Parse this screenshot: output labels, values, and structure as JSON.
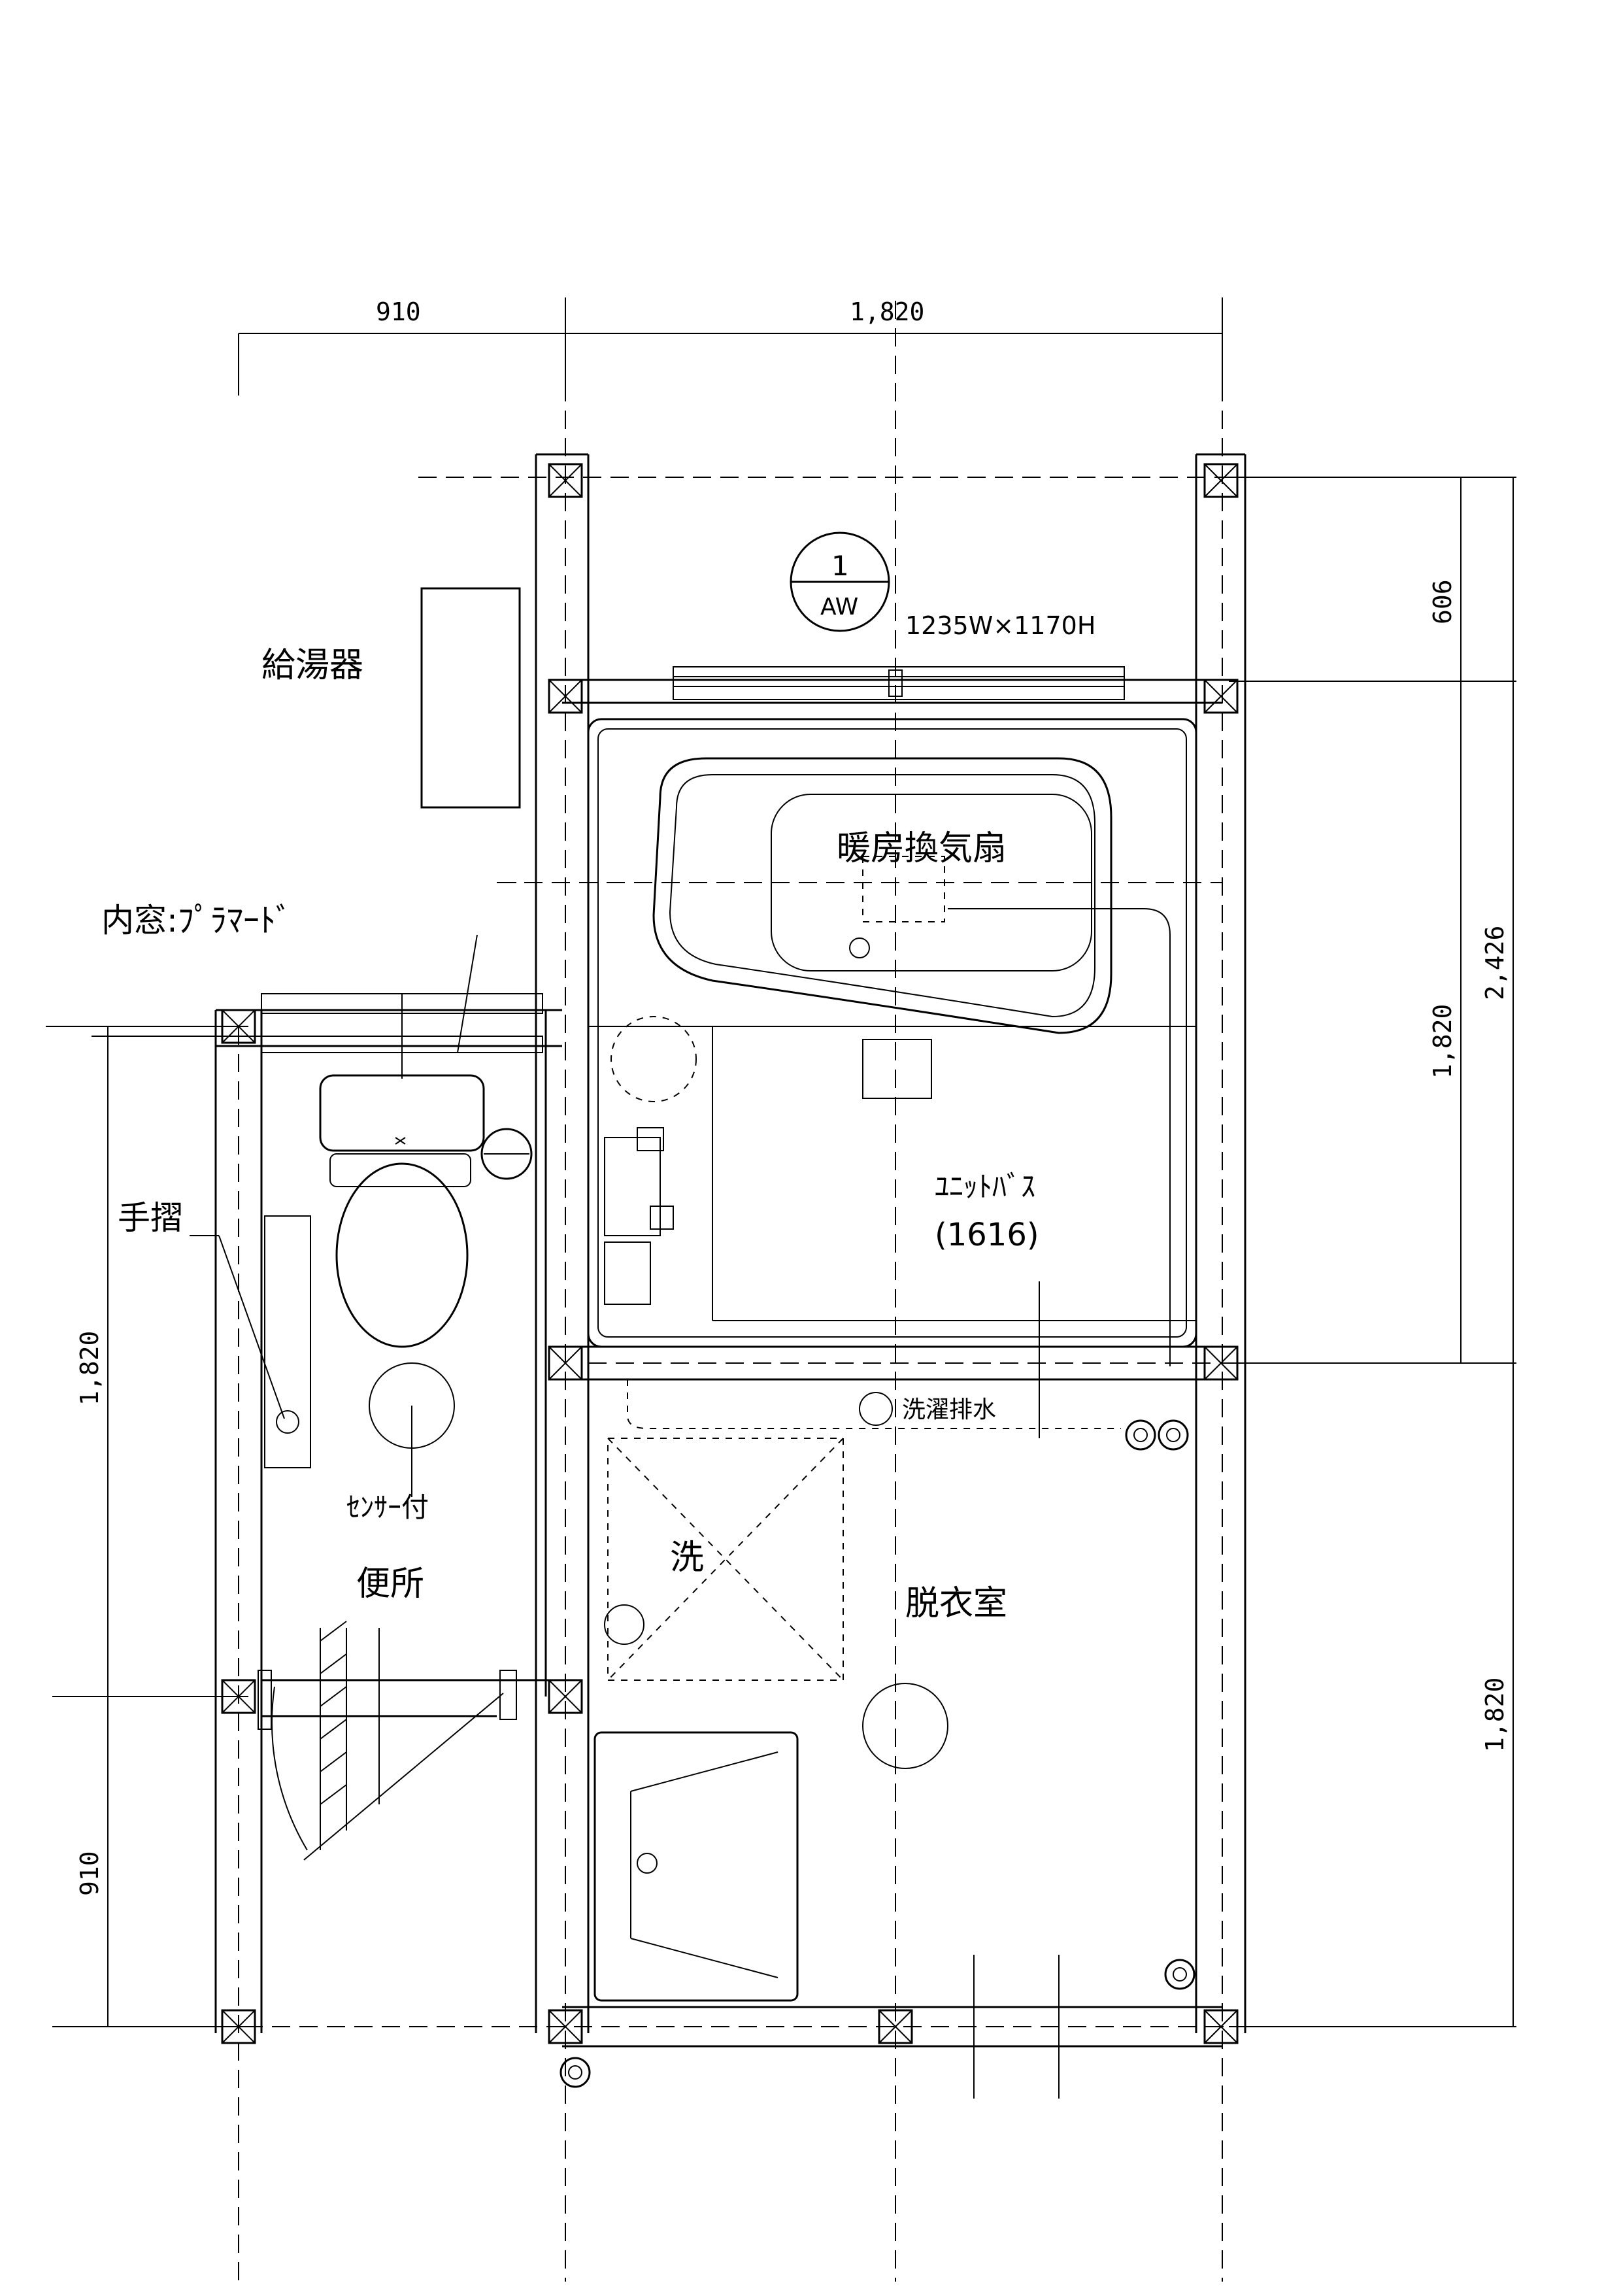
{
  "dimensions": {
    "top_left": "910",
    "top_right": "1,820",
    "right_606": "606",
    "right_2426": "2,426",
    "right_1820_upper": "1,820",
    "right_1820_lower": "1,820",
    "left_1820": "1,820",
    "left_910": "910"
  },
  "window_tag": {
    "number": "1",
    "type": "AW",
    "size": "1235W×1170H"
  },
  "labels": {
    "water_heater": "給湯器",
    "inner_window": "内窓:ﾌﾟﾗﾏｰﾄﾞ",
    "handrail": "手摺",
    "sensor": "ｾﾝｻｰ付",
    "toilet_room": "便所",
    "fan": "暖房換気扇",
    "unit_bath": "ﾕﾆｯﾄﾊﾞｽ",
    "unit_bath_size": "(1616)",
    "washer_drain": "洗濯排水",
    "washer": "洗",
    "dressing_room": "脱衣室"
  }
}
